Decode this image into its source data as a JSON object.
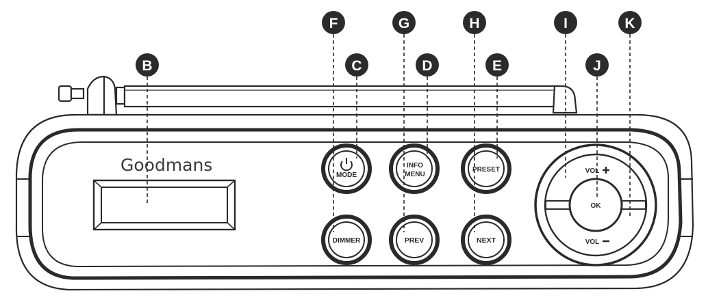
{
  "device": {
    "brand": "Goodmans"
  },
  "buttons": {
    "mode_label": "MODE",
    "info_menu_line1": "INFO",
    "info_menu_line2": "MENU",
    "preset_label": "PRESET",
    "dimmer_label": "DIMMER",
    "prev_label": "PREV",
    "next_label": "NEXT",
    "vol_up_label": "VOL",
    "vol_down_label": "VOL",
    "ok_label": "OK",
    "power_icon": "power-icon",
    "plus_icon": "plus-icon",
    "minus_icon": "minus-icon"
  },
  "callouts": {
    "b": "B",
    "c": "C",
    "d": "D",
    "e": "E",
    "f": "F",
    "g": "G",
    "h": "H",
    "i": "I",
    "j": "J",
    "k": "K"
  },
  "colors": {
    "outline": "#2a2a2a",
    "callout_fill": "#2b2b2b"
  }
}
